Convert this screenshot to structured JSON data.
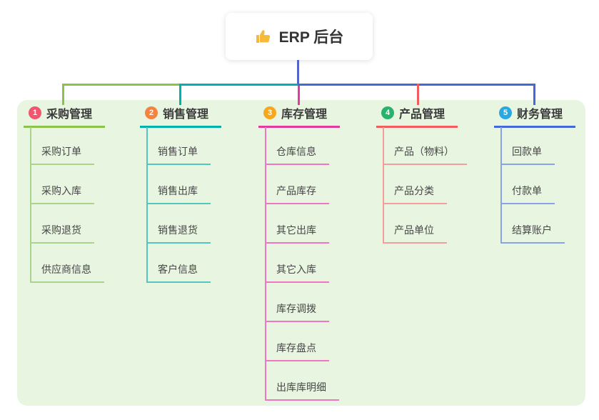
{
  "root": {
    "label": "ERP 后台",
    "icon": "thumbs-up-icon"
  },
  "panel": {
    "background": "#e8f5e1"
  },
  "connectors": {
    "root_line": "#5565c8",
    "bus_left": "#8bc34a",
    "bus_mid": "#00b2ab",
    "bus_right": "#4468d8",
    "drop_inventory": "#e23a9d",
    "drop_product": "#f35c5c"
  },
  "branches": [
    {
      "index": "1",
      "title": "采购管理",
      "line_color": "#8bc34a",
      "light_color": "#a9d48b",
      "badge_color": "#f2566f",
      "children": [
        "采购订单",
        "采购入库",
        "采购退货",
        "供应商信息"
      ]
    },
    {
      "index": "2",
      "title": "销售管理",
      "line_color": "#00b2ab",
      "light_color": "#56c5bd",
      "badge_color": "#f5833f",
      "children": [
        "销售订单",
        "销售出库",
        "销售退货",
        "客户信息"
      ]
    },
    {
      "index": "3",
      "title": "库存管理",
      "line_color": "#e23a9d",
      "light_color": "#ee77c1",
      "badge_color": "#f6a71e",
      "children": [
        "仓库信息",
        "产品库存",
        "其它出库",
        "其它入库",
        "库存调拨",
        "库存盘点",
        "出库库明细"
      ]
    },
    {
      "index": "4",
      "title": "产品管理",
      "line_color": "#f35c5c",
      "light_color": "#f59d9d",
      "badge_color": "#27b36c",
      "children": [
        "产品（物料）",
        "产品分类",
        "产品单位"
      ]
    },
    {
      "index": "5",
      "title": "财务管理",
      "line_color": "#4468d8",
      "light_color": "#8aa2e6",
      "badge_color": "#29a8e2",
      "children": [
        "回款单",
        "付款单",
        "结算账户"
      ]
    }
  ]
}
